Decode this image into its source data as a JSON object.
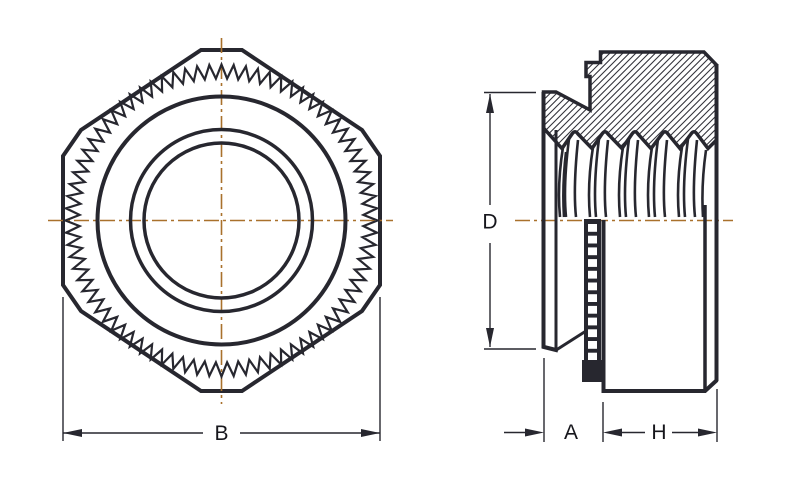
{
  "drawing": {
    "background": "#ffffff",
    "line_color": "#27272f",
    "centerline_color": "#a9712c",
    "label_color": "#16161c",
    "hatch_color": "#33333b"
  },
  "dimension_labels": {
    "body_width": "B",
    "pilot_diameter": "D",
    "pilot_length": "A",
    "body_length": "H"
  }
}
